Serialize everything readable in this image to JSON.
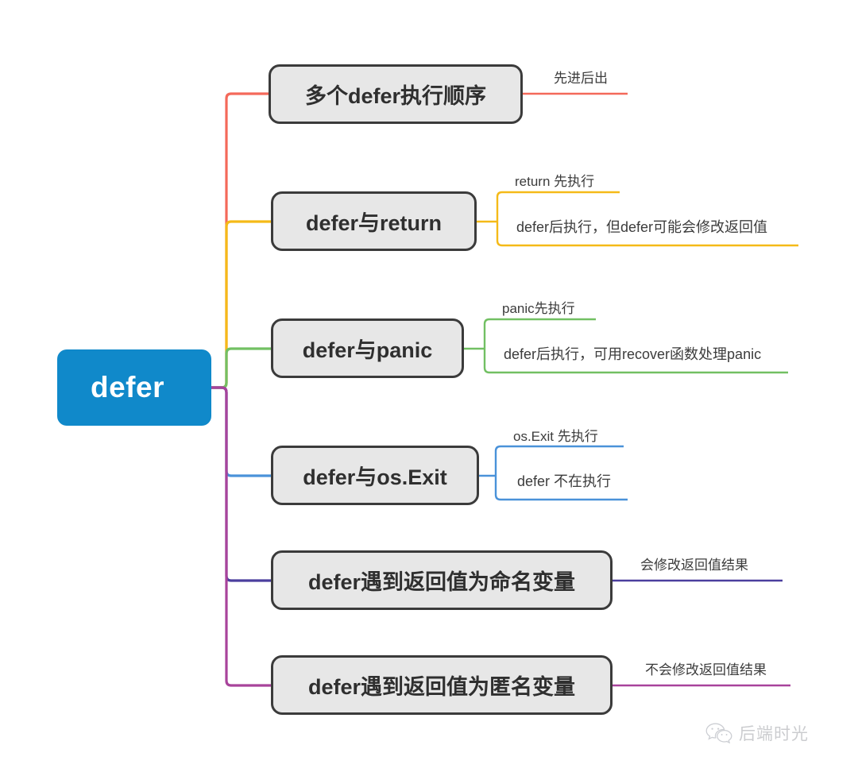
{
  "diagram": {
    "type": "mind-map",
    "title": "defer",
    "root": {
      "label": "defer",
      "color": "#1089ca",
      "text_color": "#ffffff"
    },
    "branch_colors": {
      "branch1": "#f4695a",
      "branch2": "#f5ba18",
      "branch3": "#72c063",
      "branch4": "#4a92d9",
      "branch5": "#4b3f9e",
      "branch6": "#a8439b"
    },
    "node_style": {
      "fill": "#e7e7e7",
      "border": "#3b3b3b"
    },
    "branches": [
      {
        "id": "branch1",
        "topic": "多个defer执行顺序",
        "color": "#f4695a",
        "leaves": [
          "先进后出"
        ]
      },
      {
        "id": "branch2",
        "topic": "defer与return",
        "color": "#f5ba18",
        "leaves": [
          "return 先执行",
          "defer后执行，但defer可能会修改返回值"
        ]
      },
      {
        "id": "branch3",
        "topic": "defer与panic",
        "color": "#72c063",
        "leaves": [
          "panic先执行",
          "defer后执行，可用recover函数处理panic"
        ]
      },
      {
        "id": "branch4",
        "topic": "defer与os.Exit",
        "color": "#4a92d9",
        "leaves": [
          "os.Exit 先执行",
          "defer 不在执行"
        ]
      },
      {
        "id": "branch5",
        "topic": "defer遇到返回值为命名变量",
        "color": "#4b3f9e",
        "leaves": [
          "会修改返回值结果"
        ]
      },
      {
        "id": "branch6",
        "topic": "defer遇到返回值为匿名变量",
        "color": "#a8439b",
        "leaves": [
          "不会修改返回值结果"
        ]
      }
    ]
  },
  "watermark": {
    "text": "后端时光",
    "icon": "wechat-icon"
  }
}
